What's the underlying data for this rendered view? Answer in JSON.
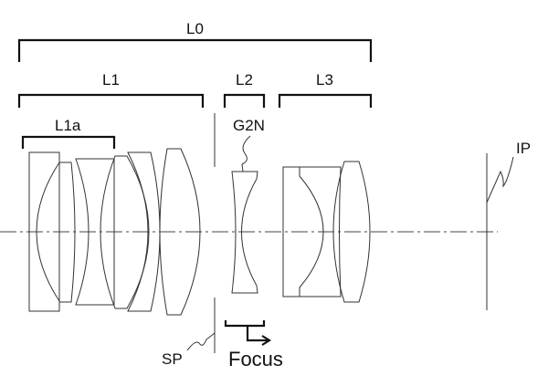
{
  "labels": {
    "l0": "L0",
    "l1": "L1",
    "l2": "L2",
    "l3": "L3",
    "l1a": "L1a",
    "g2n": "G2N",
    "ip": "IP",
    "sp": "SP",
    "focus": "Focus"
  }
}
